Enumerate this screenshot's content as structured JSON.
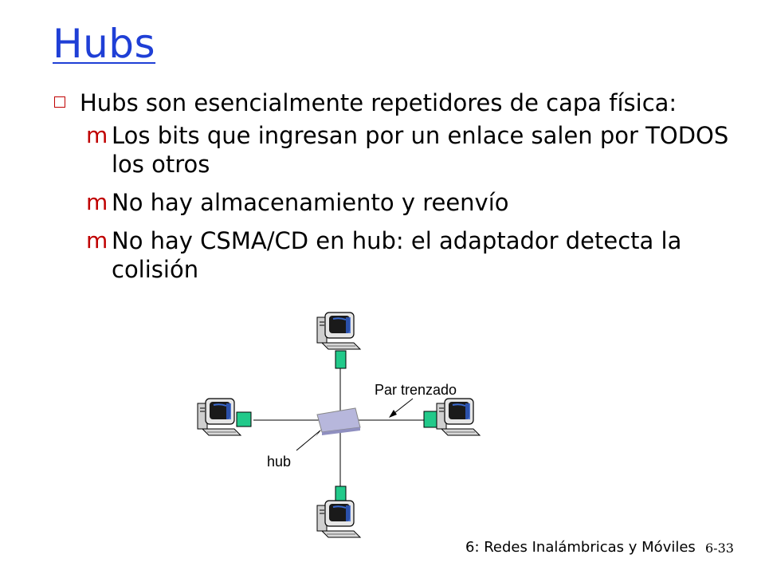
{
  "slide": {
    "title": "Hubs",
    "bullets": [
      {
        "text": "Hubs son esencialmente repetidores de capa física:",
        "sub": [
          "Los bits que ingresan por un enlace salen por TODOS los otros",
          "No hay almacenamiento y reenvío",
          "No hay CSMA/CD en hub: el adaptador detecta la colisión"
        ]
      }
    ]
  },
  "diagram": {
    "labels": {
      "twisted_pair": "Par trenzado",
      "hub": "hub"
    },
    "nodes": [
      "hub",
      "computer-top",
      "computer-left",
      "computer-right",
      "computer-bottom"
    ]
  },
  "footer": {
    "chapter": "6: Redes Inalámbricas y Móviles",
    "page": "6-33"
  },
  "colors": {
    "title": "#1f3fd6",
    "bullet_marker": "#c00000",
    "hub": "#b7b7dc",
    "adapter": "#22c98a"
  }
}
